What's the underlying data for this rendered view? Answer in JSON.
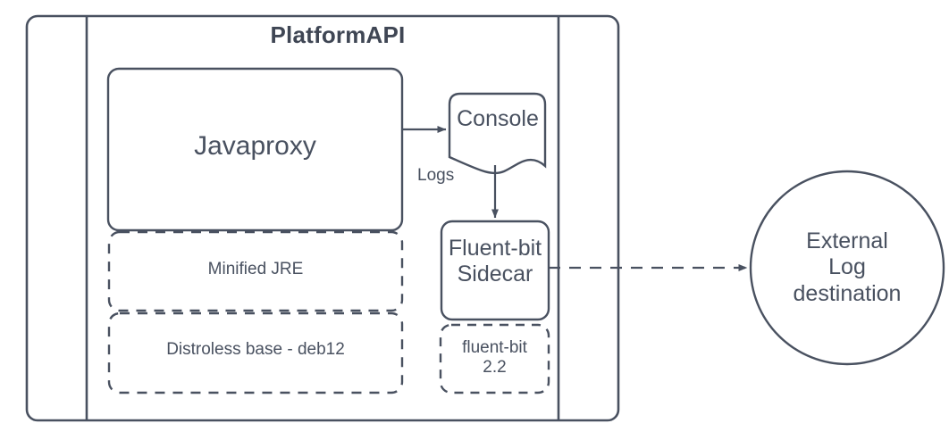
{
  "diagram": {
    "title": "PlatformAPI",
    "theme": {
      "stroke": "#495160",
      "text": "#495160",
      "title_text": "#3f4654",
      "fill": "#ffffff",
      "background": "#ffffff"
    },
    "nodes": [
      {
        "id": "outer-container",
        "label": "",
        "shape": "rounded-rect",
        "style": "solid"
      },
      {
        "id": "platform-api-group",
        "label": "PlatformAPI",
        "shape": "rounded-rect",
        "style": "solid"
      },
      {
        "id": "javaproxy",
        "label": "Javaproxy",
        "shape": "rounded-rect",
        "style": "solid"
      },
      {
        "id": "minified-jre",
        "label": "Minified JRE",
        "shape": "rounded-rect",
        "style": "dashed"
      },
      {
        "id": "distroless-base",
        "label": "Distroless base - deb12",
        "shape": "rounded-rect",
        "style": "dashed"
      },
      {
        "id": "console",
        "label": "Console",
        "shape": "document",
        "style": "solid"
      },
      {
        "id": "fluent-bit-sidecar",
        "label": "Fluent-bit\nSidecar",
        "shape": "rounded-rect",
        "style": "solid"
      },
      {
        "id": "fluent-bit-version",
        "label": "fluent-bit\n2.2",
        "shape": "rounded-rect",
        "style": "dashed"
      },
      {
        "id": "external-log-destination",
        "label": "External\nLog\ndestination",
        "shape": "circle",
        "style": "solid"
      }
    ],
    "edges": [
      {
        "id": "javaproxy-to-console",
        "from": "javaproxy",
        "to": "console",
        "label": "",
        "style": "solid",
        "arrow": "filled"
      },
      {
        "id": "console-to-fluent-bit",
        "from": "console",
        "to": "fluent-bit-sidecar",
        "label": "Logs",
        "style": "solid",
        "arrow": "filled"
      },
      {
        "id": "fluent-bit-to-external",
        "from": "fluent-bit-sidecar",
        "to": "external-log-destination",
        "label": "",
        "style": "dashed",
        "arrow": "filled"
      }
    ]
  }
}
